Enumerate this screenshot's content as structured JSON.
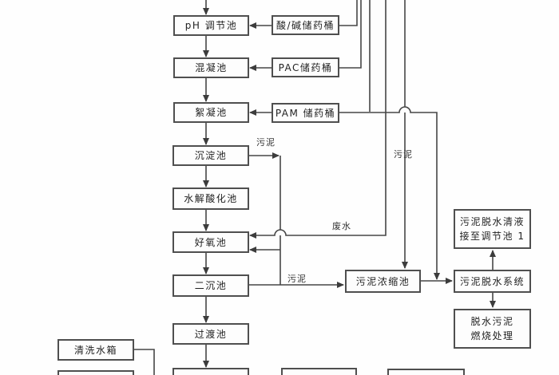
{
  "diagram": {
    "background": "#fefefe",
    "line_color": "#464646",
    "box_border_color": "#4f4f4f",
    "text_color": "#222222"
  },
  "nodes": {
    "ph_tank": {
      "label": "pH 调节池"
    },
    "acid_alkali_drum": {
      "label": "酸/碱储药桶"
    },
    "coagulation_tank": {
      "label": "混凝池"
    },
    "pac_drum": {
      "label": "PAC储药桶"
    },
    "flocculation_tank": {
      "label": "絮凝池"
    },
    "pam_drum": {
      "label": "PAM 储药桶"
    },
    "sedimentation_tank": {
      "label": "沉淀池"
    },
    "hydrolysis_tank": {
      "label": "水解酸化池"
    },
    "aerobic_tank": {
      "label": "好氧池"
    },
    "secondary_tank": {
      "label": "二沉池"
    },
    "transition_tank": {
      "label": "过渡池"
    },
    "wash_tank": {
      "label": "清洗水箱"
    },
    "sludge_thickener": {
      "label": "污泥浓缩池"
    },
    "dewater_system": {
      "label": "污泥脱水系统"
    },
    "dewater_liquid": {
      "label": "污泥脱水清液",
      "label2": "接至调节池 1"
    },
    "dewatered_sludge": {
      "label": "脱水污泥",
      "label2": "燃烧处理"
    }
  },
  "edge_labels": {
    "sludge_1": "污泥",
    "sludge_2": "污泥",
    "sludge_3": "污泥",
    "wastewater": "废水"
  }
}
